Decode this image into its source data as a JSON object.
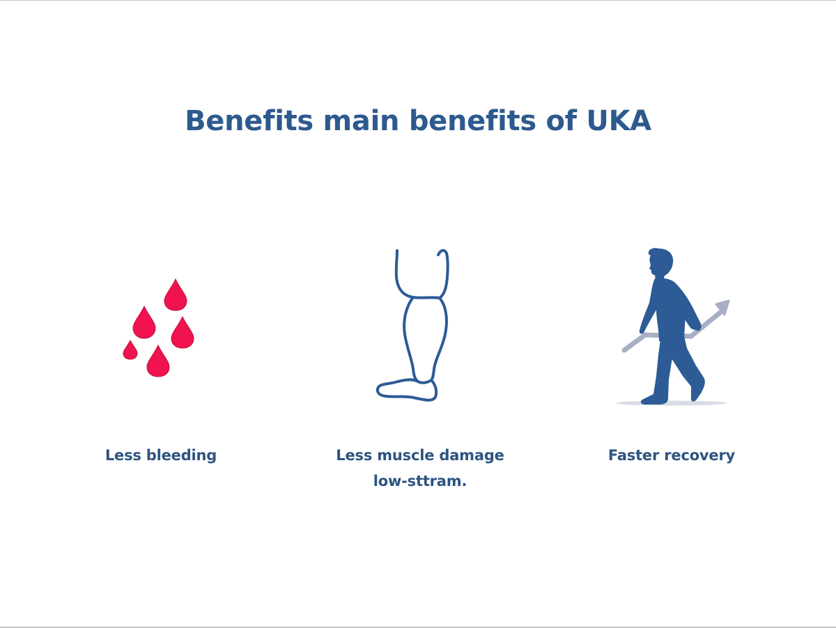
{
  "title": "Benefits main benefits of UKA",
  "colors": {
    "title": "#2d5a8e",
    "label": "#2e5480",
    "drop": "#f0134d",
    "icon_blue": "#2c5b96",
    "arrow": "#a8aec4",
    "shadow": "#d9dbe6"
  },
  "benefits": [
    {
      "icon": "blood-drops-icon",
      "label_lines": [
        "Less bleeding"
      ]
    },
    {
      "icon": "leg-outline-icon",
      "label_lines": [
        "Less muscle damage",
        "low-sttram."
      ]
    },
    {
      "icon": "walking-person-arrow-icon",
      "label_lines": [
        "Faster recovery"
      ]
    }
  ]
}
